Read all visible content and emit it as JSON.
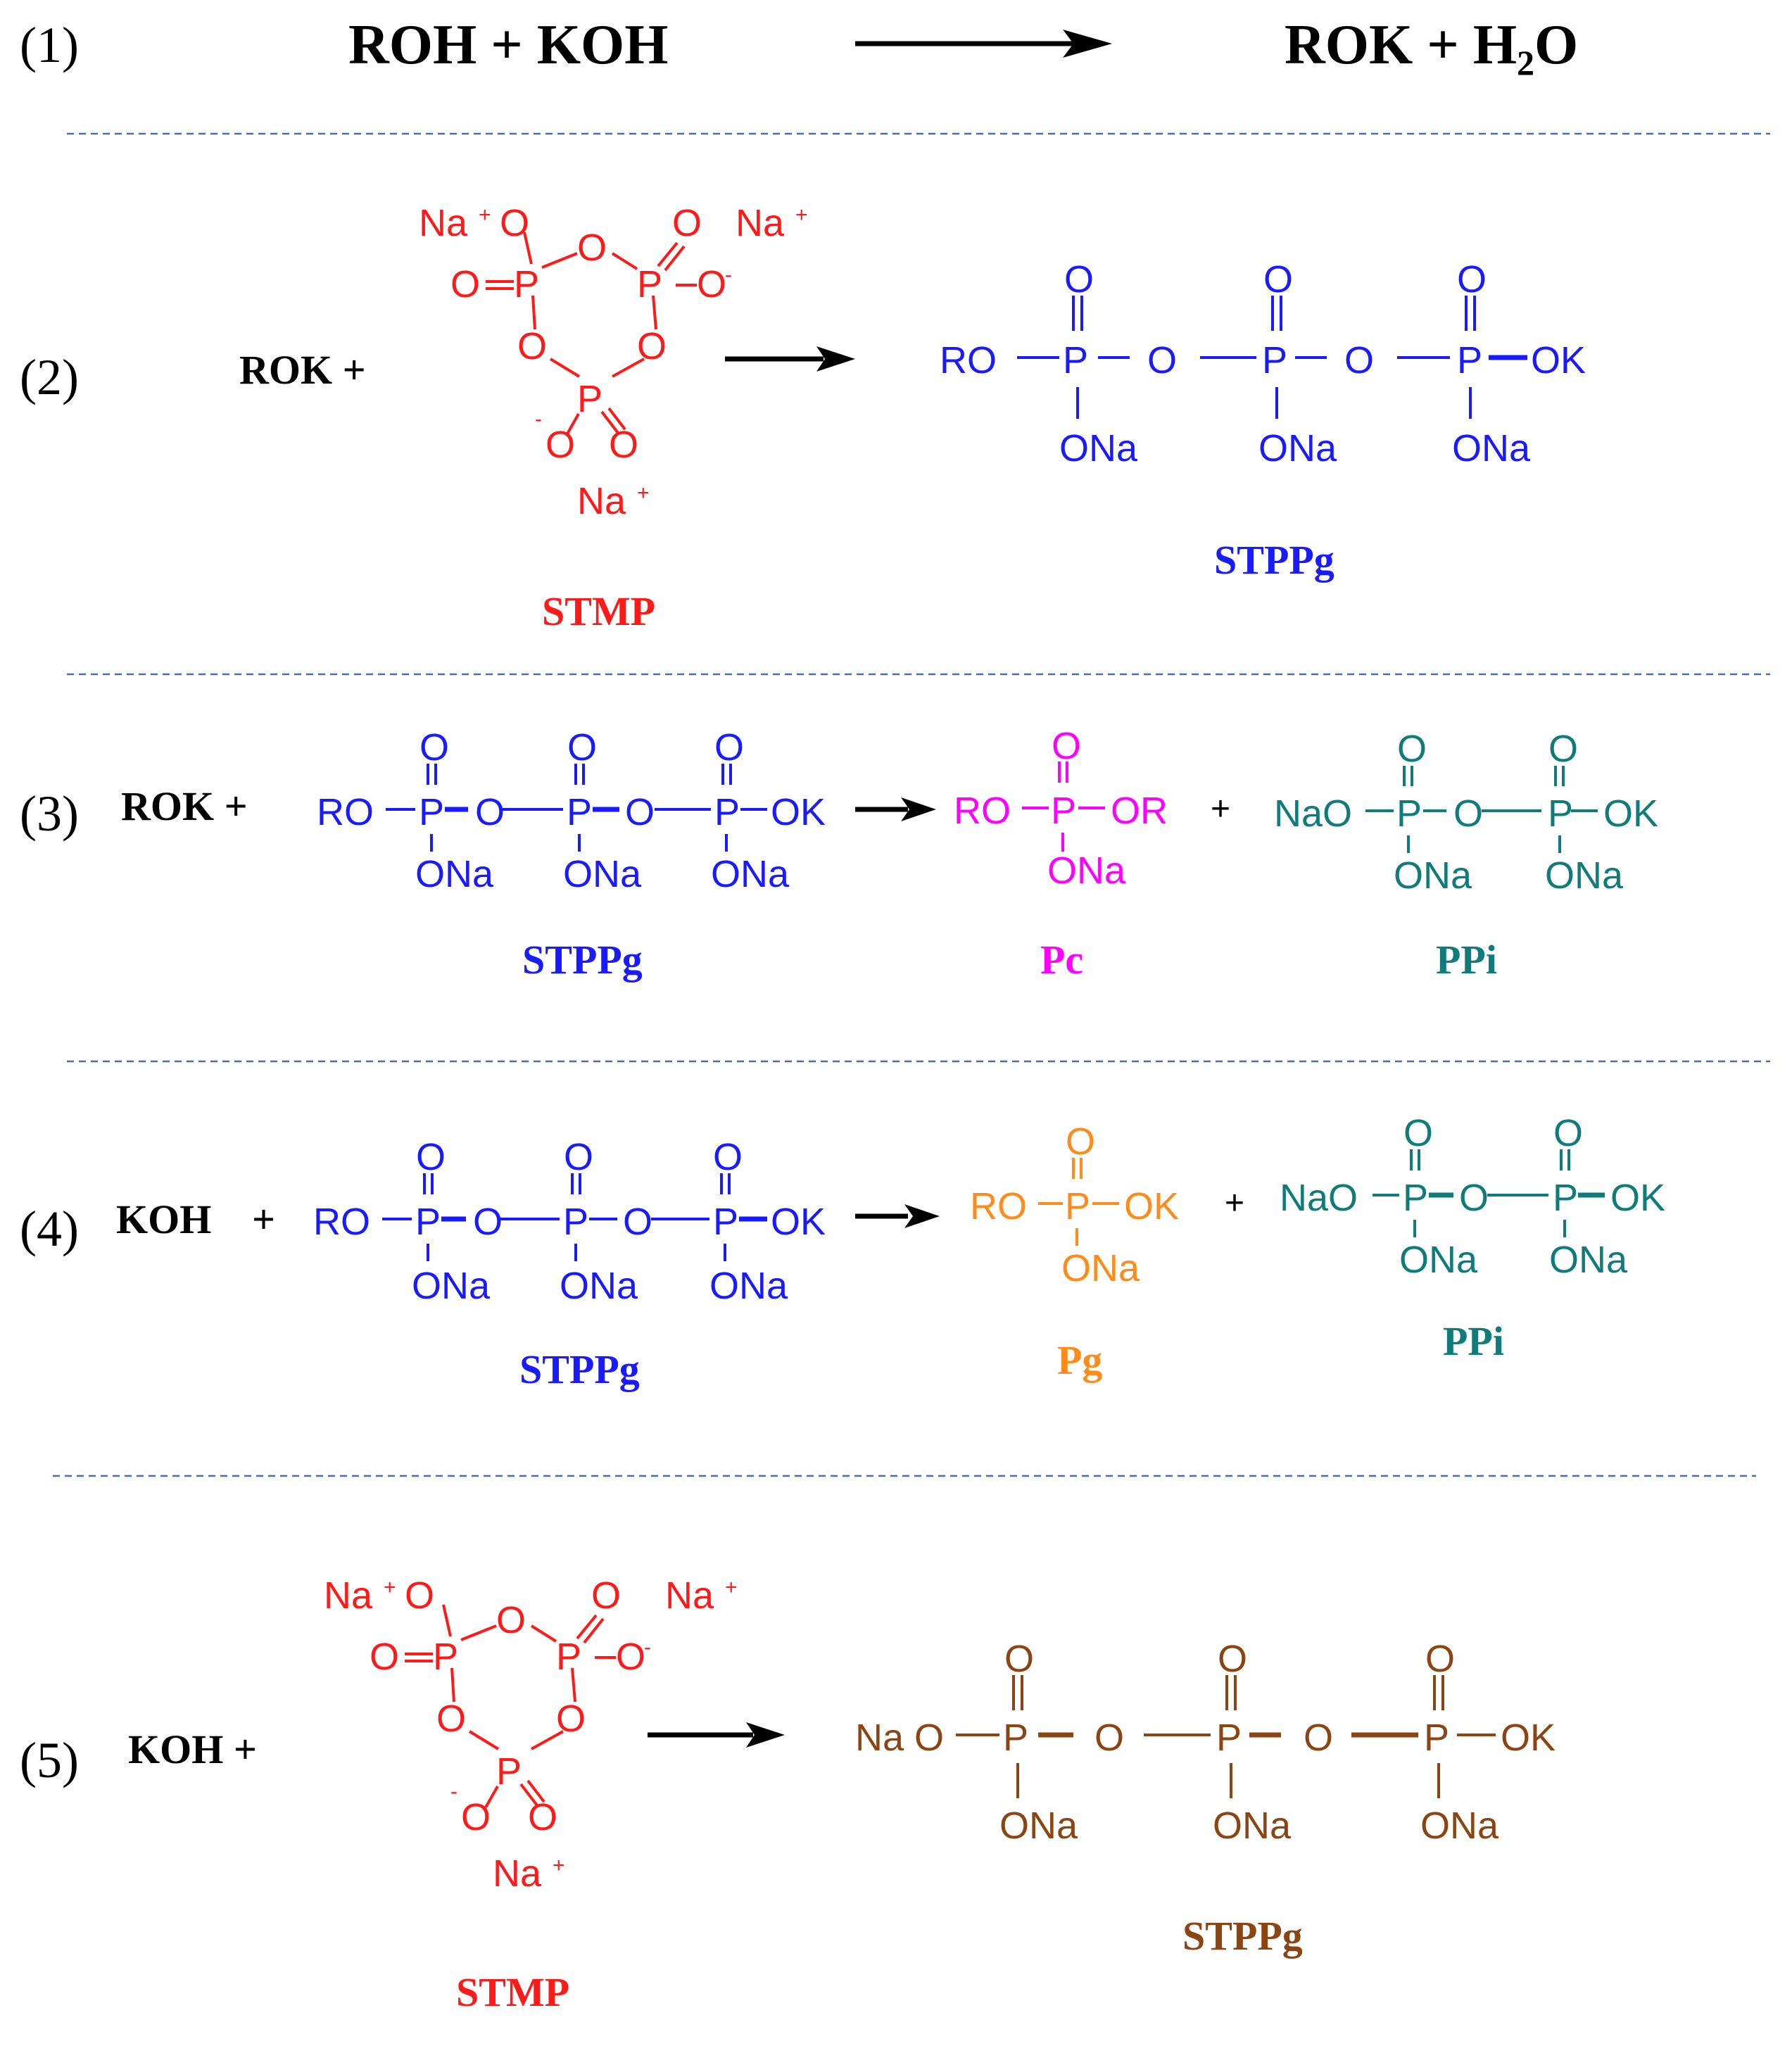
{
  "colors": {
    "black": "#000000",
    "stmp": "#ff1a1a",
    "stppg": "#1a1aff",
    "pc": "#ff00ff",
    "ppi": "#0f7b7b",
    "pg": "#ff8c1a",
    "stppg_brown": "#8b4513",
    "separator": "#4a6fa5"
  },
  "reactions": [
    {
      "number": "(1)",
      "left": "ROH + KOH",
      "right_prefix": "ROK  + H",
      "right_sub": "2",
      "right_suffix": "O"
    },
    {
      "number": "(2)",
      "reagent": "ROK +",
      "reactant_name": "STMP",
      "product_name": "STPPg"
    },
    {
      "number": "(3)",
      "reagent": "ROK +",
      "reactant_name": "STPPg",
      "product1_name": "Pc",
      "plus": "+",
      "product2_name": "PPi"
    },
    {
      "number": "(4)",
      "reagent": "KOH",
      "plus1": "+",
      "reactant_name": "STPPg",
      "product1_name": "Pg",
      "plus2": "+",
      "product2_name": "PPi"
    },
    {
      "number": "(5)",
      "reagent": "KOH +",
      "reactant_name": "STMP",
      "product_name": "STPPg"
    }
  ],
  "atoms": {
    "ro": "RO",
    "p": "P",
    "o": "O",
    "ok": "OK",
    "or": "OR",
    "ona": "ONa",
    "nao": "NaO",
    "na_space_o": "Na O",
    "na": "Na",
    "plus_sup": "+",
    "minus_sup": "-"
  }
}
